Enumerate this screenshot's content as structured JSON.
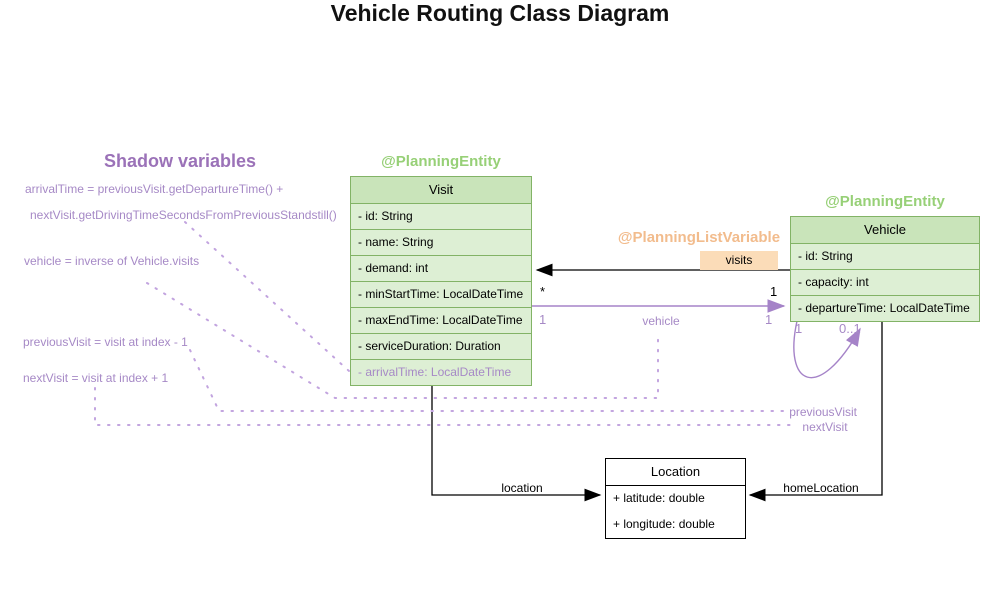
{
  "title": "Vehicle Routing Class Diagram",
  "colors": {
    "green_stroke": "#82b366",
    "green_header_fill": "#c9e4ba",
    "green_row_fill": "#ddefd4",
    "green_annotation_text": "#97d077",
    "purple_text": "#a689c6",
    "purple_heading": "#9b72b8",
    "purple_line": "#a583c8",
    "purple_dotted": "#c2a4df",
    "orange_annotation_text": "#f2bc8d",
    "orange_chip_fill": "#fbdcb8",
    "black": "#000000"
  },
  "shadow_panel": {
    "heading": "Shadow variables",
    "lines": [
      "arrivalTime = previousVisit.getDepartureTime() +",
      "nextVisit.getDrivingTimeSecondsFromPreviousStandstill()",
      "vehicle = inverse of Vehicle.visits",
      "previousVisit = visit at index - 1",
      "nextVisit = visit at index + 1"
    ]
  },
  "annotations": {
    "visit_planning_entity": "@PlanningEntity",
    "vehicle_planning_entity": "@PlanningEntity",
    "planning_list_variable": "@PlanningListVariable"
  },
  "classes": {
    "visit": {
      "name": "Visit",
      "attributes": [
        "- id: String",
        "- name: String",
        "- demand: int",
        "- minStartTime: LocalDateTime",
        "- maxEndTime: LocalDateTime",
        "- serviceDuration: Duration",
        "- arrivalTime: LocalDateTime"
      ]
    },
    "vehicle": {
      "name": "Vehicle",
      "attributes": [
        "- id: String",
        "- capacity: int",
        "- departureTime: LocalDateTime"
      ]
    },
    "location": {
      "name": "Location",
      "attributes": [
        "+ latitude: double",
        "+ longitude: double"
      ]
    }
  },
  "relations": {
    "visits": {
      "label": "visits",
      "visit_end_multiplicity": "*",
      "vehicle_end_multiplicity": "1"
    },
    "vehicle": {
      "label": "vehicle",
      "visit_end_multiplicity": "1",
      "vehicle_end_multiplicity": "1"
    },
    "self_loop": {
      "left_multiplicity": "1",
      "right_multiplicity": "0..1"
    },
    "previous_visit_label": "previousVisit",
    "next_visit_label": "nextVisit",
    "location_label": "location",
    "home_location_label": "homeLocation"
  }
}
